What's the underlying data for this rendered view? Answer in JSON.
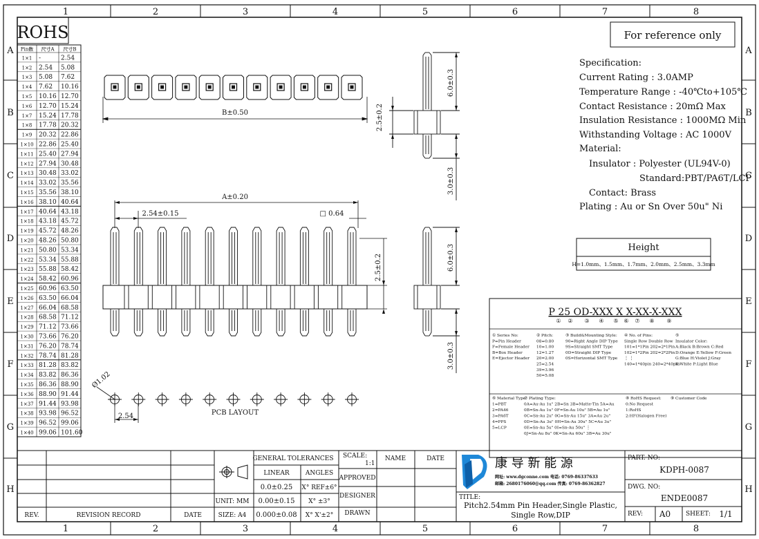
{
  "zones": {
    "columns": [
      "1",
      "2",
      "3",
      "4",
      "5",
      "6",
      "7",
      "8"
    ],
    "rows": [
      "A",
      "B",
      "C",
      "D",
      "E",
      "F",
      "G",
      "H"
    ]
  },
  "rohs": "ROHS",
  "reference_note": "For reference only",
  "pin_table": {
    "headers": [
      "Pin数",
      "尺寸A",
      "尺寸B"
    ],
    "rows": [
      [
        "1×1",
        "-",
        "2.54"
      ],
      [
        "1×2",
        "2.54",
        "5.08"
      ],
      [
        "1×3",
        "5.08",
        "7.62"
      ],
      [
        "1×4",
        "7.62",
        "10.16"
      ],
      [
        "1×5",
        "10.16",
        "12.70"
      ],
      [
        "1×6",
        "12.70",
        "15.24"
      ],
      [
        "1×7",
        "15.24",
        "17.78"
      ],
      [
        "1×8",
        "17.78",
        "20.32"
      ],
      [
        "1×9",
        "20.32",
        "22.86"
      ],
      [
        "1×10",
        "22.86",
        "25.40"
      ],
      [
        "1×11",
        "25.40",
        "27.94"
      ],
      [
        "1×12",
        "27.94",
        "30.48"
      ],
      [
        "1×13",
        "30.48",
        "33.02"
      ],
      [
        "1×14",
        "33.02",
        "35.56"
      ],
      [
        "1×15",
        "35.56",
        "38.10"
      ],
      [
        "1×16",
        "38.10",
        "40.64"
      ],
      [
        "1×17",
        "40.64",
        "43.18"
      ],
      [
        "1×18",
        "43.18",
        "45.72"
      ],
      [
        "1×19",
        "45.72",
        "48.26"
      ],
      [
        "1×20",
        "48.26",
        "50.80"
      ],
      [
        "1×21",
        "50.80",
        "53.34"
      ],
      [
        "1×22",
        "53.34",
        "55.88"
      ],
      [
        "1×23",
        "55.88",
        "58.42"
      ],
      [
        "1×24",
        "58.42",
        "60.96"
      ],
      [
        "1×25",
        "60.96",
        "63.50"
      ],
      [
        "1×26",
        "63.50",
        "66.04"
      ],
      [
        "1×27",
        "66.04",
        "68.58"
      ],
      [
        "1×28",
        "68.58",
        "71.12"
      ],
      [
        "1×29",
        "71.12",
        "73.66"
      ],
      [
        "1×30",
        "73.66",
        "76.20"
      ],
      [
        "1×31",
        "76.20",
        "78.74"
      ],
      [
        "1×32",
        "78.74",
        "81.28"
      ],
      [
        "1×33",
        "81.28",
        "83.82"
      ],
      [
        "1×34",
        "83.82",
        "86.36"
      ],
      [
        "1×35",
        "86.36",
        "88.90"
      ],
      [
        "1×36",
        "88.90",
        "91.44"
      ],
      [
        "1×37",
        "91.44",
        "93.98"
      ],
      [
        "1×38",
        "93.98",
        "96.52"
      ],
      [
        "1×39",
        "96.52",
        "99.06"
      ],
      [
        "1×40",
        "99.06",
        "101.60"
      ]
    ]
  },
  "dims": {
    "b": "B±0.50",
    "a": "A±0.20",
    "pitch": "2.54±0.15",
    "pin_size": "□ 0.64",
    "h25_top": "2.5±0.2",
    "h60_top": "6.0±0.3",
    "h30_top": "3.0±0.3",
    "h25_front": "2.5±0.2",
    "h60_side": "6.0±0.3",
    "h30_side": "3.0±0.3",
    "hole_dia": "Ø1.02",
    "pcb_pitch": "2.54",
    "pcb_layout": "PCB LAYOUT"
  },
  "spec": {
    "lines": [
      "Specification:",
      "Current Rating : 3.0AMP",
      "Temperature Range : -40℃to+105℃",
      "Contact Resistance : 20mΩ  Max",
      "Insulation Resistance : 1000MΩ  Min",
      "Withstanding Voltage : AC 1000V",
      "Material:",
      "Insulator : Polyester (UL94V-0)",
      "Standard:PBT/PA6T/LCP",
      "Contact: Brass",
      "Plating : Au or Sn Over 50u\" Ni"
    ]
  },
  "height_box": {
    "title": "Height",
    "values": "H=1.0mm、1.5mm、1.7mm、2.0mm、2.5mm、3.3mm"
  },
  "part_code": {
    "code": "P 25 OD-XXX X X-XX-X-XXX",
    "circles": [
      "①",
      "②",
      "③",
      "④",
      "⑤",
      "⑥",
      "⑦",
      "⑧",
      "⑨"
    ],
    "series": [
      "① Series No:",
      "P=Pin Header",
      "F=Female Header",
      "B=Box Header",
      "E=Ejector Header"
    ],
    "pitch": [
      "② Pitch:",
      "08=0.80",
      "10=1.00",
      "12=1.27",
      "20=2.00",
      "25=2.54",
      "39=3.96",
      "50=5.08"
    ],
    "build": [
      "③ Build&Mounting Style:",
      "90=Right Angle DIP Type",
      "9S=Straight SMT Type",
      "0D=Straight DIP Type",
      "0S=Horizontal SMT Type"
    ],
    "pins": [
      "④ No. of Pins:",
      "Single Row   Double Row",
      "101=1*1Pin   202=2*1Pin",
      "102=1*2Pin   202=2*2Pin",
      "⋮   ⋮",
      "140=1*40pin  240=2*40pin"
    ],
    "insulator_color": [
      "⑤",
      "Insulator Color:",
      "A:Black  B:Brown  C:Red",
      "D:Orange E:Yellow F:Green",
      "G:Blue   H:Violet J:Gray",
      "K:White  P:Light Blue"
    ],
    "material": [
      "⑥ Material Type:",
      "1=PBT",
      "2=PA46",
      "3=PA6T",
      "4=PPS",
      "5=LCP"
    ],
    "plating": [
      "⑦ Plating Type:",
      "0A=Au-Au 1u\" 2B=Sn 3B=Matte-Tin 5A=Au",
      "0B=Sn-Au 1u\" 0F=Sn-Au 10u\" 5B=Au 1u\"",
      "0C=Sn-Au 2u\" 0G=Sn-Au 15u\" 3A=Au 2u\"",
      "0D=Sn-Au 3u\" 0H=Sn-Au 30u\" 5C=Au 3u\"",
      "0E=Sn-Au 5u\" 0I=Sn-Au 50u\"  ⋮",
      "0J=Sn-Au 8u\" 0K=Sn-Au 60u\" 3B=Au 30u\""
    ],
    "rohs": [
      "⑧ RoHS Request:",
      "0:No Request",
      "1:RoHS",
      "2:HF(Halogen Free)"
    ],
    "customer": "⑨ Customer Code"
  },
  "title_block": {
    "general_tolerances": "GENERAL TOLERANCES",
    "linear": "LINEAR",
    "angles": "ANGLES",
    "lin1": "0.0±0.25",
    "ang1": "X° REF±6°",
    "lin2": "0.00±0.15",
    "ang2": "X° ±3°",
    "lin3": "0.000±0.08",
    "ang3": "X° X'±2°",
    "unit": "UNIT: MM",
    "size": "SIZE: A4",
    "scale_label": "SCALE:",
    "scale_value": "1:1",
    "approved": "APPROVED",
    "designer": "DESIGNER",
    "drawn": "DRAWN",
    "name": "NAME",
    "date": "DATE",
    "rev": "REV.",
    "revision_record": "REVISION RECORD",
    "rev_date": "DATE",
    "company_cn": "康 导 新 能 源",
    "company_web": "网址: www.dgconne.com  电话: 0769-86337633",
    "company_mail": "邮箱: 2680176060@qq.com 传真: 0769-86362827",
    "title_label": "TITLE:",
    "title_line1": "Pitch2.54mm Pin Header,Single Plastic,",
    "title_line2": "Single Row,DIP",
    "part_no_label": "PART. NO:",
    "part_no": "KDPH-0087",
    "dwg_no_label": "DWG. NO:",
    "dwg_no": "ENDE0087",
    "rev_label": "REV:",
    "rev_value": "A0",
    "sheet_label": "SHEET:",
    "sheet_value": "1/1"
  }
}
